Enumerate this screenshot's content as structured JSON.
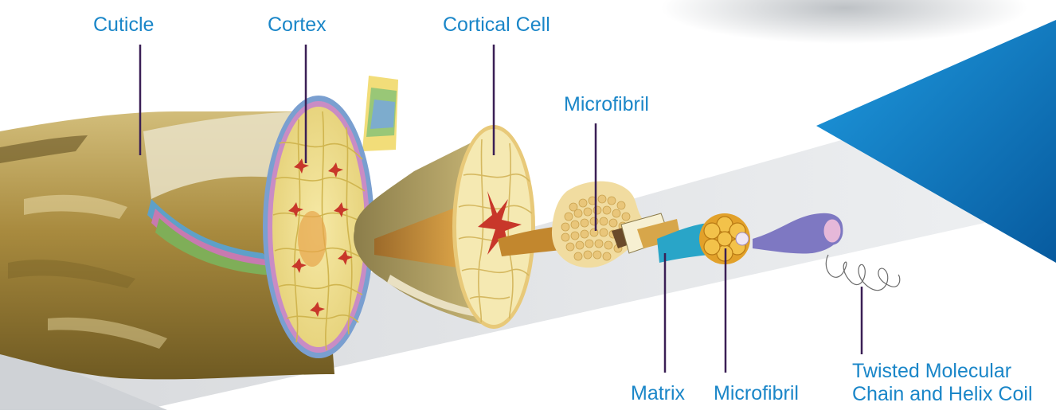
{
  "diagram": {
    "labels": {
      "cuticle": "Cuticle",
      "cortex": "Cortex",
      "cortical_cell": "Cortical Cell",
      "microfibril_top": "Microfibril",
      "matrix": "Matrix",
      "microfibril_bottom": "Microfibril",
      "twisted_line1": "Twisted Molecular",
      "twisted_line2": "Chain and Helix Coil"
    },
    "colors": {
      "label_text": "#1a86c8",
      "leader_line": "#3a1f55",
      "accent_triangle": "#0a6fbe",
      "fiber_tan": "#b89a4c",
      "cortex_fill": "#f3e7a4",
      "cell_red": "#c8372a",
      "microfibril_orange": "#e8a128",
      "coil_purple": "#7e78c2"
    }
  }
}
